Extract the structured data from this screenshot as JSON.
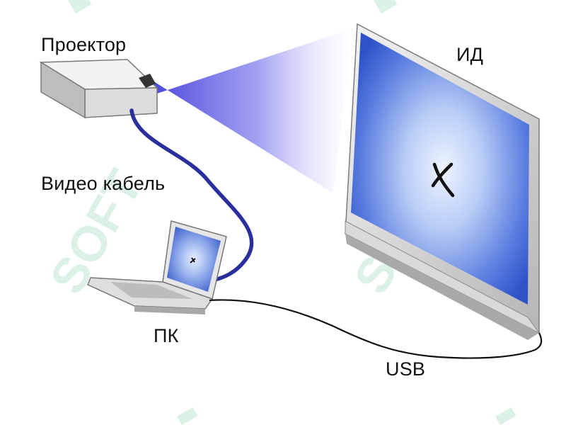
{
  "labels": {
    "projector": "Проектор",
    "board": "ИД",
    "video_cable": "Видео кабель",
    "pc": "ПК",
    "usb": "USB"
  },
  "colors": {
    "beam": "#3a36d8",
    "board_screen_edge": "#2e53c8",
    "board_screen_center": "#eef4ff",
    "video_cable": "#2a2f9e",
    "usb_cable": "#111111",
    "device_body": "#e2e2e2",
    "watermark": "#bfe6cf"
  },
  "icons": {
    "projector": "projector-device-icon",
    "board": "interactive-board-icon",
    "laptop": "laptop-icon",
    "board_cursor": "cross-cursor-icon",
    "laptop_cursor": "cross-cursor-icon"
  },
  "watermark": "SOFT"
}
